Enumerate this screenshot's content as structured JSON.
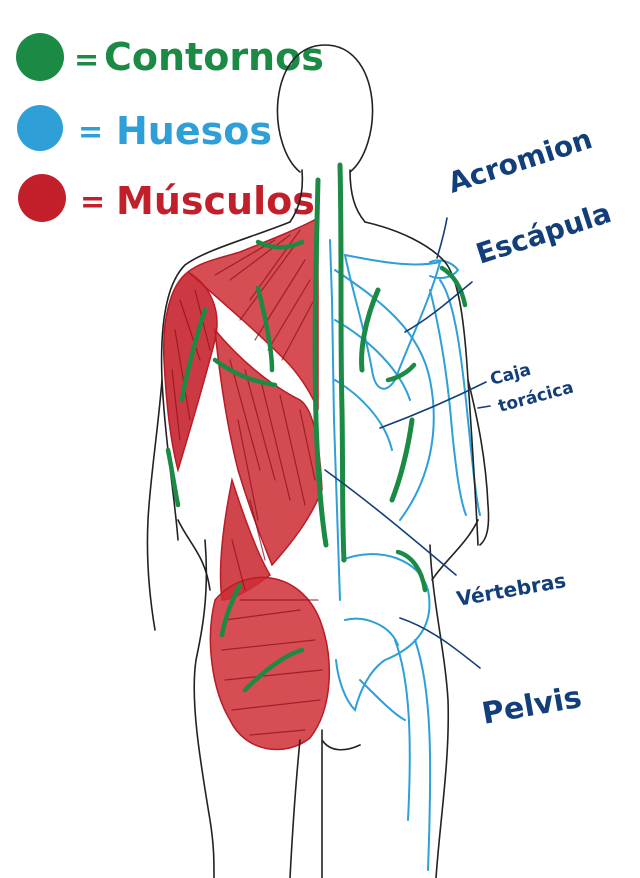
{
  "legend": [
    {
      "key": "contours",
      "label": "Contornos",
      "color": "#1b8a45"
    },
    {
      "key": "bones",
      "label": "Huesos",
      "color": "#2f9fd8"
    },
    {
      "key": "muscles",
      "label": "Músculos",
      "color": "#c21f2a"
    }
  ],
  "legend_separator": "=",
  "labels": {
    "acromion": "Acromion",
    "scapula": "Escápula",
    "ribcage_line1": "Caja",
    "ribcage_line2": "torácica",
    "vertebrae": "Vértebras",
    "pelvis": "Pelvis"
  },
  "colors": {
    "outline": "#222222",
    "label": "#123f7a",
    "pointer": "#123f7a"
  }
}
